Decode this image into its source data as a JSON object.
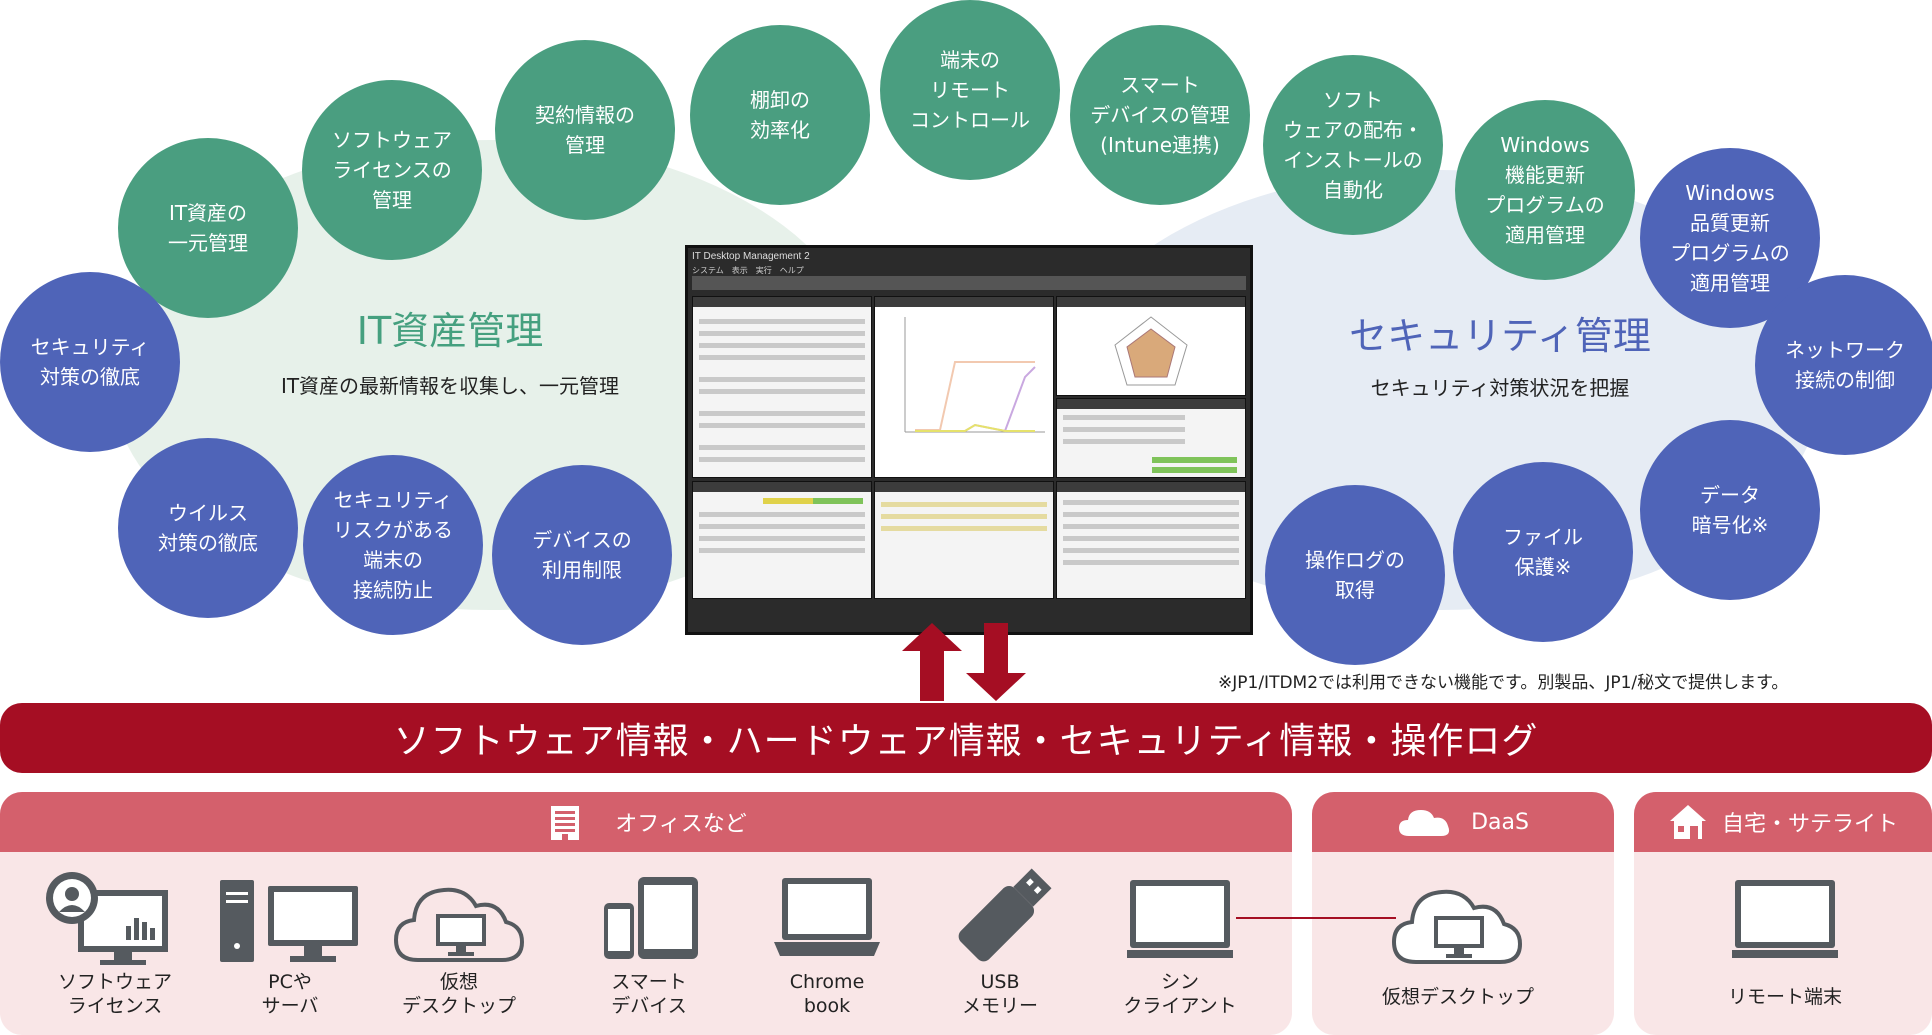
{
  "circles_left": [
    {
      "text": "IT資産の\n一元管理",
      "color": "green"
    },
    {
      "text": "ソフトウェア\nライセンスの\n管理",
      "color": "green"
    },
    {
      "text": "契約情報の\n管理",
      "color": "green"
    },
    {
      "text": "棚卸の\n効率化",
      "color": "green"
    },
    {
      "text": "セキュリティ\n対策の徹底",
      "color": "blue"
    },
    {
      "text": "ウイルス\n対策の徹底",
      "color": "blue"
    },
    {
      "text": "セキュリティ\nリスクがある\n端末の\n接続防止",
      "color": "blue"
    },
    {
      "text": "デバイスの\n利用制限",
      "color": "blue"
    }
  ],
  "circles_right": [
    {
      "text": "端末の\nリモート\nコントロール",
      "color": "green"
    },
    {
      "text": "スマート\nデバイスの管理\n(Intune連携)",
      "color": "green"
    },
    {
      "text": "ソフト\nウェアの配布・\nインストールの\n自動化",
      "color": "green"
    },
    {
      "text": "Windows\n機能更新\nプログラムの\n適用管理",
      "color": "green"
    },
    {
      "text": "Windows\n品質更新\nプログラムの\n適用管理",
      "color": "blue"
    },
    {
      "text": "ネットワーク\n接続の制御",
      "color": "blue"
    },
    {
      "text": "データ\n暗号化※",
      "color": "blue"
    },
    {
      "text": "ファイル\n保護※",
      "color": "blue"
    },
    {
      "text": "操作ログの\n取得",
      "color": "blue"
    }
  ],
  "left_section": {
    "title": "IT資産管理",
    "subtitle": "IT資産の最新情報を収集し、一元管理"
  },
  "right_section": {
    "title": "セキュリティ管理",
    "subtitle": "セキュリティ対策状況を把握"
  },
  "screenshot": {
    "title": "IT Desktop Management 2",
    "menu": "システム　表示　実行　ヘルプ"
  },
  "note": "※JP1/ITDM2では利用できない機能です。別製品、JP1/秘文で提供します。",
  "banner": "ソフトウェア情報・ハードウェア情報・セキュリティ情報・操作ログ",
  "panels": {
    "office": "オフィスなど",
    "daas": "DaaS",
    "home": "自宅・サテライト"
  },
  "devices": {
    "software_license": "ソフトウェア\nライセンス",
    "pc_server": "PCや\nサーバ",
    "virtual_desktop": "仮想\nデスクトップ",
    "smart_device": "スマート\nデバイス",
    "chromebook": "Chrome\nbook",
    "usb_memory": "USB\nメモリー",
    "thin_client": "シン\nクライアント",
    "daas_virtual_desktop": "仮想デスクトップ",
    "remote_terminal": "リモート端末"
  },
  "colors": {
    "green": "#4a9e80",
    "blue": "#4f64b8",
    "banner": "#a50e23",
    "panel_head": "#d4606c",
    "panel_bg": "#f9e6e7",
    "icon": "#555a5f"
  }
}
